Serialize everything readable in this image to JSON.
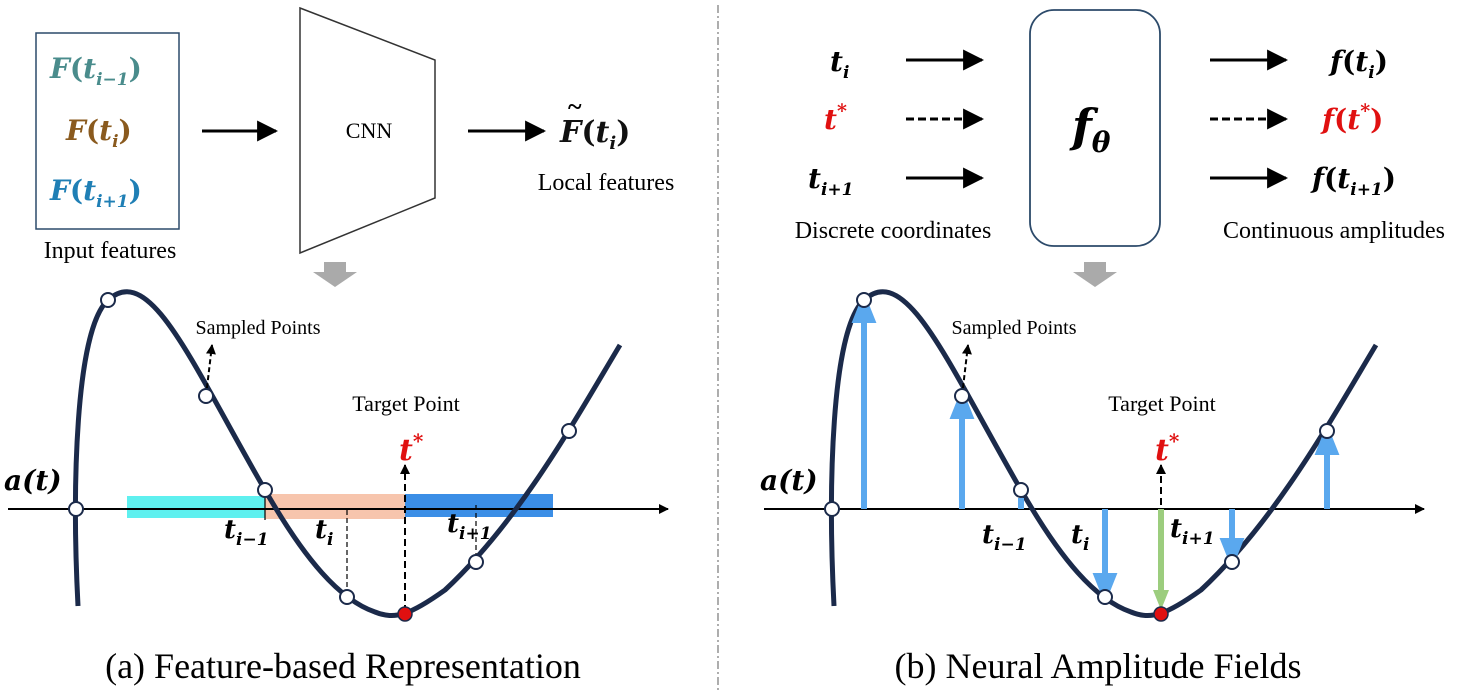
{
  "left_panel": {
    "inputs": {
      "prev": {
        "base": "F",
        "open": "(",
        "var": "t",
        "sub": "i−1",
        "close": ")",
        "color": "#4a8c8c"
      },
      "cur": {
        "base": "F",
        "open": "(",
        "var": "t",
        "sub": "i",
        "close": ")",
        "color": "#8a5a1e"
      },
      "next": {
        "base": "F",
        "open": "(",
        "var": "t",
        "sub": "i+1",
        "close": ")",
        "color": "#1f7fb5"
      }
    },
    "input_label": "Input features",
    "cnn_label": "CNN",
    "output": {
      "base": "F",
      "tilde": "~",
      "open": "(",
      "var": "t",
      "sub": "i",
      "close": ")"
    },
    "output_label": "Local features",
    "plot": {
      "yvar": "a(t)",
      "sampled_label": "Sampled Points",
      "target_label": "Target Point",
      "target_symbol": {
        "var": "t",
        "sup": "*"
      },
      "tick_prev": {
        "var": "t",
        "sub": "i−1"
      },
      "tick_cur": {
        "var": "t",
        "sub": "i"
      },
      "tick_next": {
        "var": "t",
        "sub": "i+1"
      }
    },
    "caption": "(a) Feature-based Representation"
  },
  "right_panel": {
    "inputs": [
      {
        "var": "t",
        "sub": "i",
        "sup": "",
        "color": "#111111",
        "dashed": false
      },
      {
        "var": "t",
        "sub": "",
        "sup": "*",
        "color": "#e01010",
        "dashed": true
      },
      {
        "var": "t",
        "sub": "i+1",
        "sup": "",
        "color": "#111111",
        "dashed": false
      }
    ],
    "input_label": "Discrete coordinates",
    "network": {
      "base": "f",
      "sub": "θ"
    },
    "outputs": [
      {
        "base": "f",
        "var": "t",
        "sub": "i",
        "sup": "",
        "color": "#111111"
      },
      {
        "base": "f",
        "var": "t",
        "sub": "",
        "sup": "*",
        "color": "#e01010"
      },
      {
        "base": "f",
        "var": "t",
        "sub": "i+1",
        "sup": "",
        "color": "#111111"
      }
    ],
    "output_label": "Continuous amplitudes",
    "plot": {
      "yvar": "a(t)",
      "sampled_label": "Sampled Points",
      "target_label": "Target Point",
      "target_symbol": {
        "var": "t",
        "sup": "*"
      },
      "tick_prev": {
        "var": "t",
        "sub": "i−1"
      },
      "tick_cur": {
        "var": "t",
        "sub": "i"
      },
      "tick_next": {
        "var": "t",
        "sub": "i+1"
      }
    },
    "caption": "(b) Neural Amplitude Fields"
  },
  "colors": {
    "curve": "#1b2a4a",
    "red": "#e01010",
    "cyan_band": "#5ff0ef",
    "peach_band": "#f7c5ad",
    "blue_band": "#3b8ee6",
    "amp_arrow": "#5aa8ee",
    "target_arrow": "#9ccd7e",
    "down_arrow": "#aaaaaa"
  }
}
